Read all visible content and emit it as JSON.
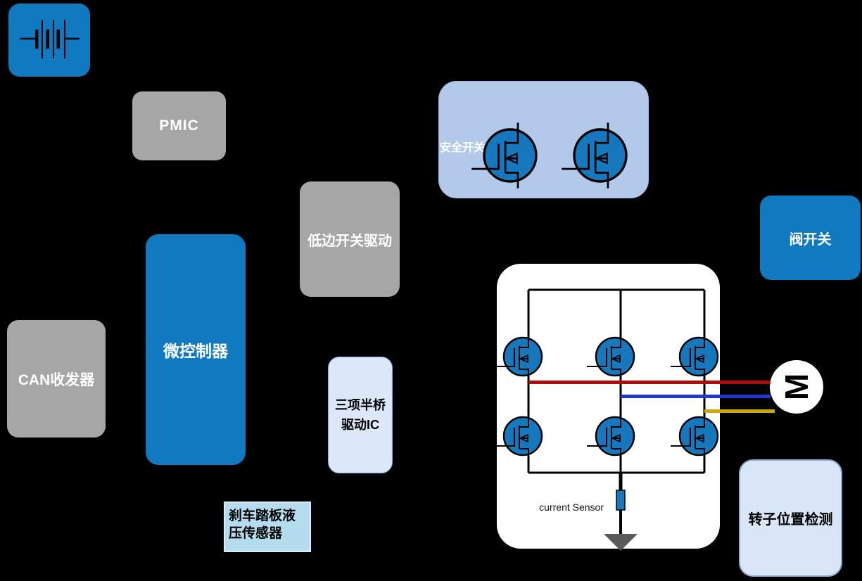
{
  "diagram": {
    "blocks": {
      "battery": {
        "icon": "battery-icon"
      },
      "pmic": {
        "label": "PMIC"
      },
      "low_side_switch_driver": {
        "label": "低边开关驱动"
      },
      "can_transceiver": {
        "label": "CAN收发器"
      },
      "microcontroller": {
        "label": "微控制器"
      },
      "three_phase_half_bridge_driver": {
        "label": "三项半桥\n驱动IC"
      },
      "brake_pedal_pressure_sensor": {
        "label": "刹车踏板液\n压传感器"
      },
      "safety_switch": {
        "label": "安全开关"
      },
      "valve_switch": {
        "label": "阀开关"
      },
      "rotor_position_detection": {
        "label": "转子位置检测"
      },
      "motor": {
        "label": "M"
      },
      "current_sensor": {
        "label": "current Sensor"
      }
    },
    "colors": {
      "background": "#000000",
      "blue_block": "#1179bf",
      "gray_block": "#a6a6a6",
      "safety_panel": "#b3c9ea",
      "pale_blue_block": "#dce8fa",
      "brake_block": "#b5dcee",
      "rotor_block": "#d9e6f8",
      "inverter_panel": "#ffffff",
      "mosfet_fill": "#1878be",
      "phase_wire_red": "#b00b0b",
      "phase_wire_blue": "#2238c8",
      "phase_wire_yellow": "#ccaa00",
      "ground_symbol": "#595959"
    }
  }
}
